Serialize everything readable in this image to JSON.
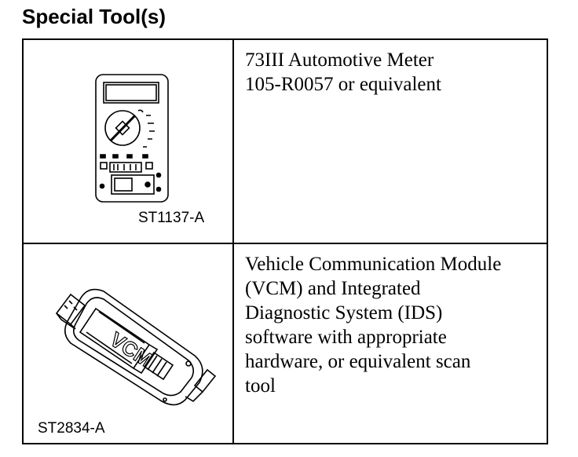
{
  "page_title": "Special Tool(s)",
  "tools": [
    {
      "figure_code": "ST1137-A",
      "icon": "multimeter-icon",
      "description_lines": [
        "73III Automotive Meter",
        "105-R0057 or equivalent"
      ]
    },
    {
      "figure_code": "ST2834-A",
      "icon": "vcm-module-icon",
      "module_label": "VCM",
      "description_lines": [
        "Vehicle Communication Module",
        "(VCM) and Integrated",
        "Diagnostic System (IDS)",
        "software with appropriate",
        "hardware, or equivalent scan",
        "tool"
      ]
    }
  ]
}
